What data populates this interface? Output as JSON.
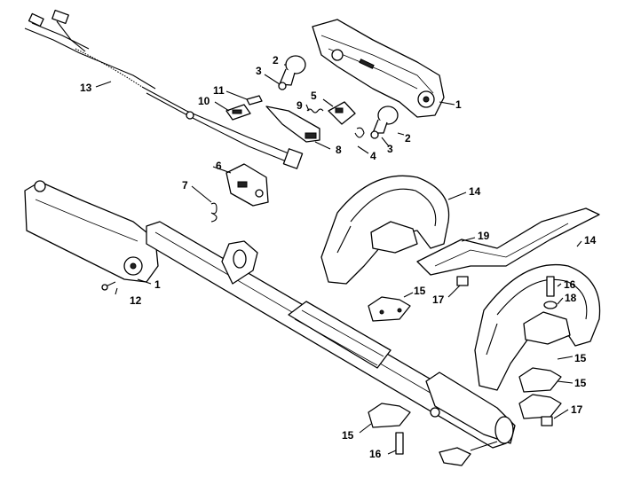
{
  "callouts": [
    {
      "id": "c1a",
      "label": "1"
    },
    {
      "id": "c2a",
      "label": "2"
    },
    {
      "id": "c3a",
      "label": "3"
    },
    {
      "id": "c2b",
      "label": "2"
    },
    {
      "id": "c3b",
      "label": "3"
    },
    {
      "id": "c4",
      "label": "4"
    },
    {
      "id": "c5",
      "label": "5"
    },
    {
      "id": "c6",
      "label": "6"
    },
    {
      "id": "c7",
      "label": "7"
    },
    {
      "id": "c8",
      "label": "8"
    },
    {
      "id": "c9",
      "label": "9"
    },
    {
      "id": "c10",
      "label": "10"
    },
    {
      "id": "c11",
      "label": "11"
    },
    {
      "id": "c12",
      "label": "12"
    },
    {
      "id": "c13",
      "label": "13"
    },
    {
      "id": "c1b",
      "label": "1"
    },
    {
      "id": "c14a",
      "label": "14"
    },
    {
      "id": "c14b",
      "label": "14"
    },
    {
      "id": "c15a",
      "label": "15"
    },
    {
      "id": "c15b",
      "label": "15"
    },
    {
      "id": "c15c",
      "label": "15"
    },
    {
      "id": "c15d",
      "label": "15"
    },
    {
      "id": "c16a",
      "label": "16"
    },
    {
      "id": "c16b",
      "label": "16"
    },
    {
      "id": "c17a",
      "label": "17"
    },
    {
      "id": "c17b",
      "label": "17"
    },
    {
      "id": "c18",
      "label": "18"
    },
    {
      "id": "c19",
      "label": "19"
    }
  ]
}
